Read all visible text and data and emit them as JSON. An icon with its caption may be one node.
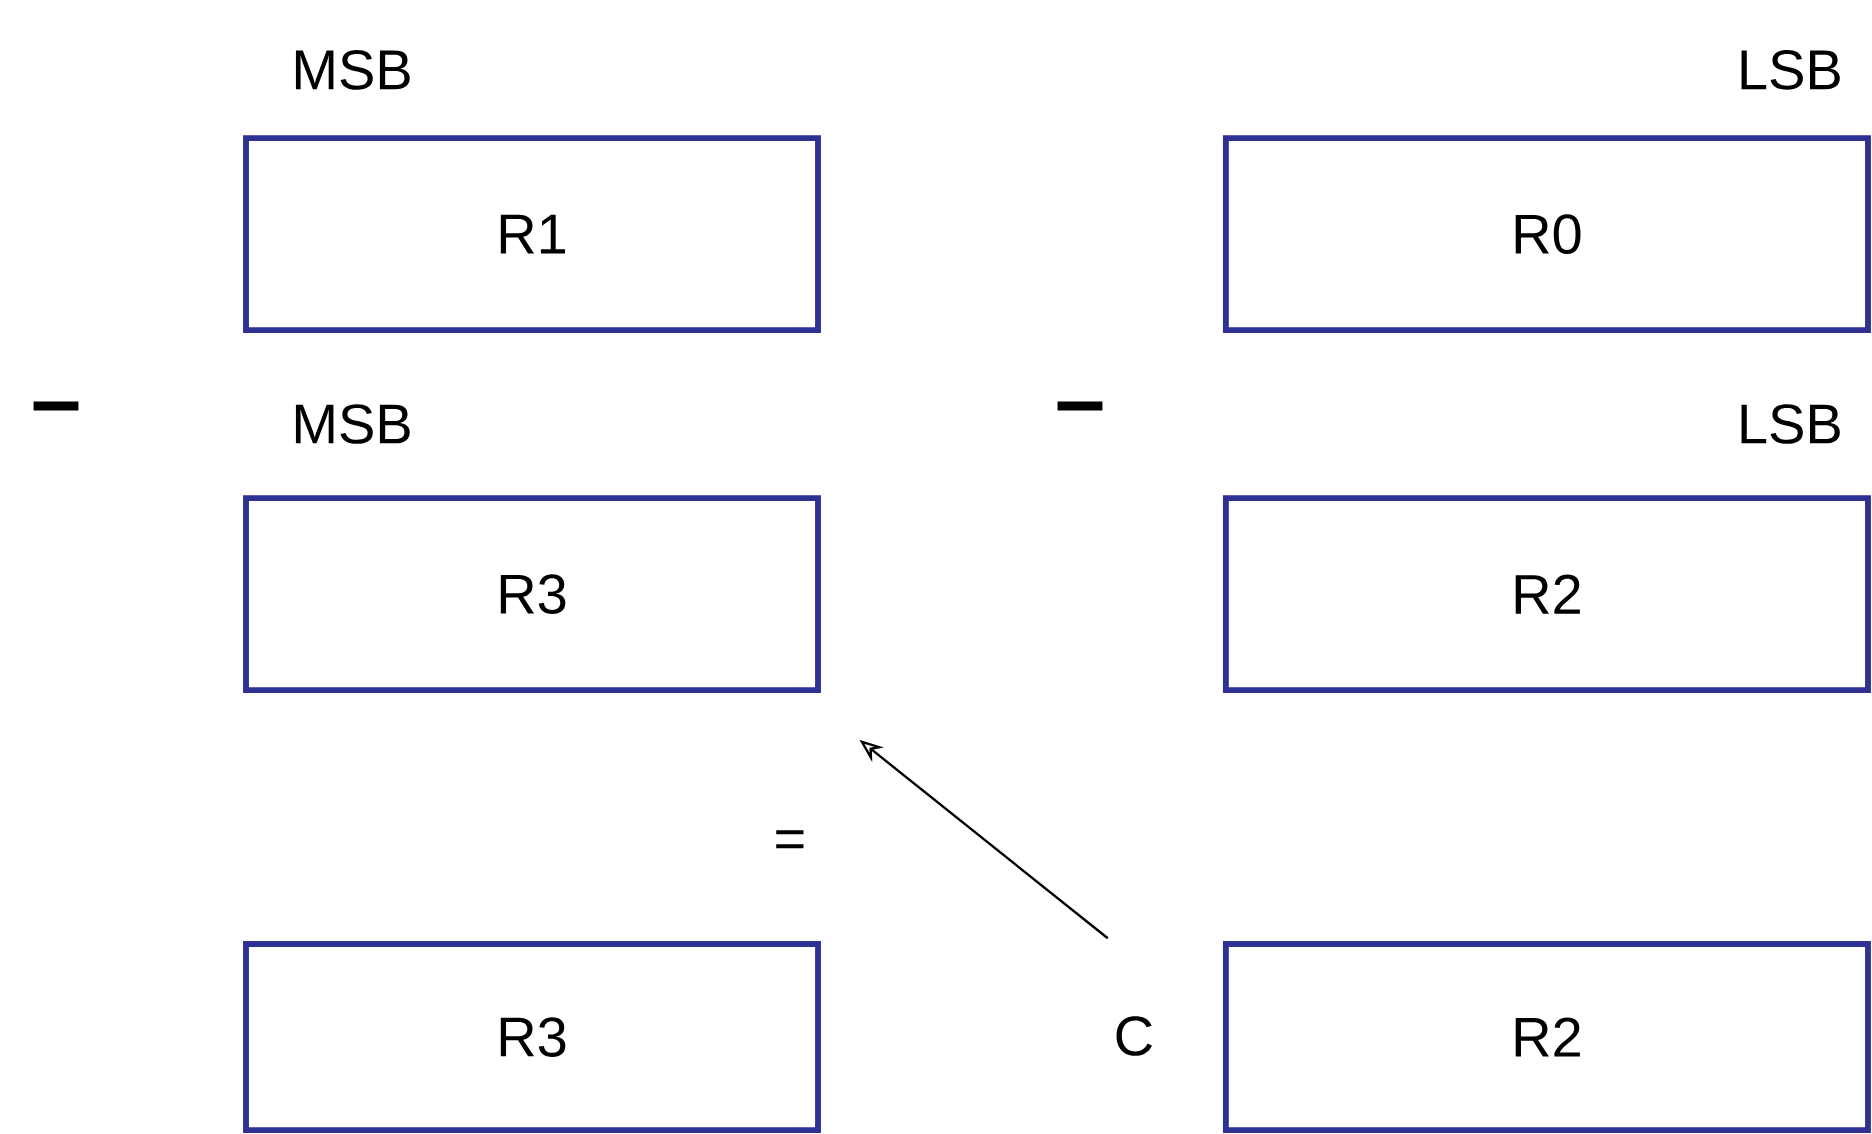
{
  "diagram": {
    "nodes": [
      {
        "text": [
          "R1"
        ],
        "beside": [
          "MSB"
        ]
      },
      {
        "text": [
          "R0"
        ],
        "beside": [
          "LSB"
        ]
      },
      {
        "text": [
          "R3"
        ],
        "beside": [
          "MSB"
        ]
      },
      {
        "text": [
          "R2"
        ],
        "beside": [
          "LSB"
        ]
      },
      {
        "text": [
          "R3"
        ]
      },
      {
        "text": [
          "C"
        ]
      },
      {
        "text": [
          "R2"
        ]
      }
    ],
    "edges": [
      {
        "from": 5,
        "to": 2,
        "arrow": "to"
      }
    ],
    "labels": [
      "–",
      "–",
      "="
    ]
  }
}
